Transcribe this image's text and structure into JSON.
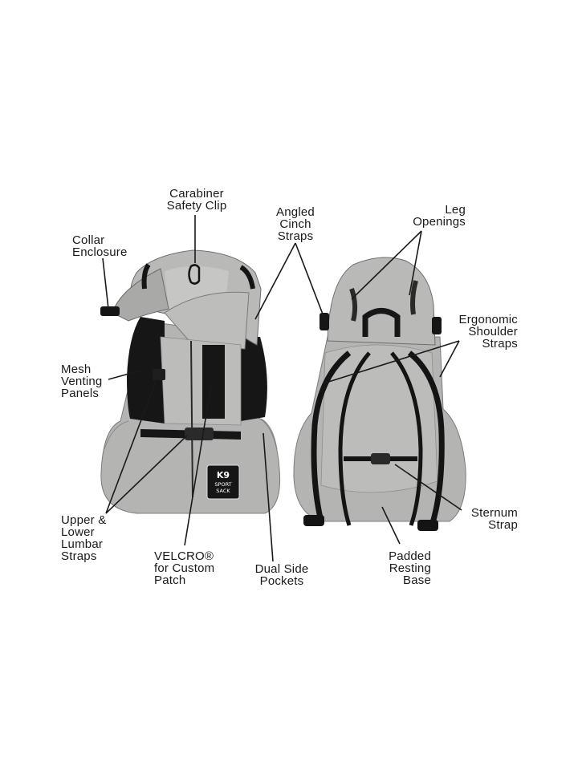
{
  "colors": {
    "fabric": "#b4b4b3",
    "fabric_shade": "#9d9d9c",
    "trim": "#141414",
    "leader": "#1a1a1a",
    "background": "#ffffff"
  },
  "patch": {
    "lines": [
      "K9",
      "SPORT",
      "SACK"
    ]
  },
  "labels": {
    "carabiner": [
      "Carabiner",
      "Safety Clip"
    ],
    "collar": [
      "Collar",
      "Enclosure"
    ],
    "angled": [
      "Angled",
      "Cinch",
      "Straps"
    ],
    "leg": [
      "Leg",
      "Openings"
    ],
    "ergonomic": [
      "Ergonomic",
      "Shoulder",
      "Straps"
    ],
    "mesh": [
      "Mesh",
      "Venting",
      "Panels"
    ],
    "upper": [
      "Upper &",
      "Lower",
      "Lumbar",
      "Straps"
    ],
    "velcro": [
      "VELCRO®",
      "for Custom",
      "Patch"
    ],
    "dual": [
      "Dual Side",
      "Pockets"
    ],
    "sternum": [
      "Sternum",
      "Strap"
    ],
    "padded": [
      "Padded",
      "Resting",
      "Base"
    ]
  }
}
